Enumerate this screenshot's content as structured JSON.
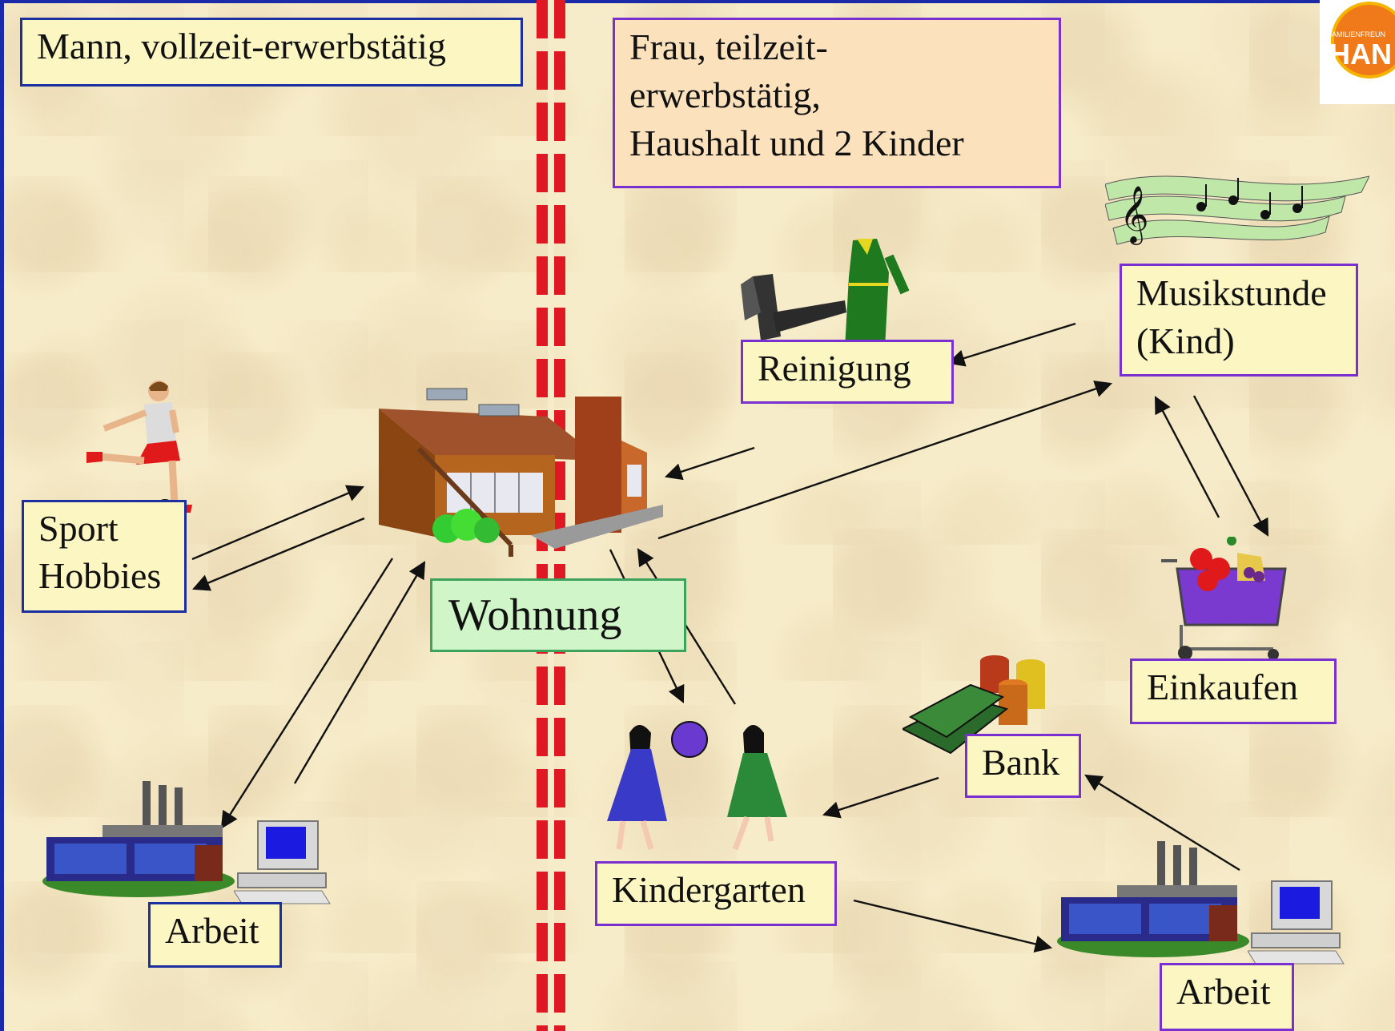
{
  "labels": {
    "man": "Mann, vollzeit-erwerbstätig",
    "frau_line1": "Frau, teilzeit-",
    "frau_line2": "erwerbstätig,",
    "frau_line3": "Haushalt und 2 Kinder",
    "sport_line1": "Sport",
    "sport_line2": "Hobbies",
    "wohnung": "Wohnung",
    "arbeit_mann": "Arbeit",
    "reinigung": "Reinigung",
    "musik_line1": "Musikstunde",
    "musik_line2": "(Kind)",
    "einkaufen": "Einkaufen",
    "bank": "Bank",
    "kindergarten": "Kindergarten",
    "arbeit_frau": "Arbeit"
  },
  "logo": {
    "small_text": "FAMILIENFREUN",
    "big_text": "HAN"
  },
  "colors": {
    "frame": "#1a2aa8",
    "divider": "#e01824",
    "label_yellow": "#fbf6c2",
    "label_peach": "#fbe2bd",
    "label_green": "#cff5c8",
    "logo_orange": "#f07a1a"
  }
}
